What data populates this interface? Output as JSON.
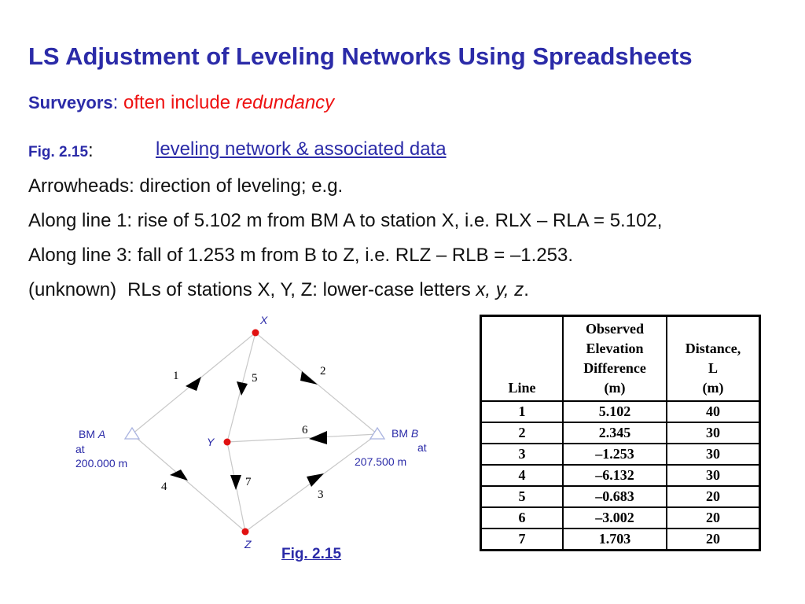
{
  "title": "LS Adjustment of Leveling Networks Using Spreadsheets",
  "subtitle": {
    "key": "Surveyors",
    "colon": ":",
    "text": " often include ",
    "emph": "redundancy"
  },
  "fig_line": {
    "key": "Fig. 2.15",
    "colon": ":",
    "link": "leveling network & associated data"
  },
  "lines": [
    "Arrowheads:  direction of leveling; e.g.",
    "Along line 1:  rise of 5.102 m from BM A to station X, i.e. RLX – RLA = 5.102,",
    "Along line 3:  fall of 1.253 m from B to Z, i.e. RLZ – RLB = –1.253."
  ],
  "unknown_line": {
    "prefix": " (unknown)",
    "text": "RLs of stations X, Y, Z: lower-case letters ",
    "emph": "x, y, z",
    "end": "."
  },
  "diagram": {
    "stations": {
      "x": "X",
      "y": "Y",
      "z": "Z"
    },
    "bm_a": {
      "bm": "BM ",
      "name": "A",
      "at": "at",
      "elev": "200.000 m"
    },
    "bm_b": {
      "bm": "BM ",
      "name": "B",
      "at": "at",
      "elev": "207.500 m"
    },
    "line_labels": [
      "1",
      "2",
      "3",
      "4",
      "5",
      "6",
      "7"
    ]
  },
  "figure_caption": "Fig. 2.15",
  "table": {
    "headers": {
      "line": "Line",
      "obs": [
        "Observed",
        "Elevation",
        "Difference",
        "(m)"
      ],
      "dist": [
        "Distance,",
        "L",
        "(m)"
      ]
    },
    "rows": [
      {
        "line": "1",
        "obs": "5.102",
        "dist": "40"
      },
      {
        "line": "2",
        "obs": "2.345",
        "dist": "30"
      },
      {
        "line": "3",
        "obs": "–1.253",
        "dist": "30"
      },
      {
        "line": "4",
        "obs": "–6.132",
        "dist": "30"
      },
      {
        "line": "5",
        "obs": "–0.683",
        "dist": "20"
      },
      {
        "line": "6",
        "obs": "–3.002",
        "dist": "20"
      },
      {
        "line": "7",
        "obs": "1.703",
        "dist": "20"
      }
    ]
  },
  "colors": {
    "heading": "#2b2ba8",
    "accent": "#e11111",
    "station": "#e11111",
    "line": "#c8c8c8",
    "benchmark": "#aab4e0"
  }
}
